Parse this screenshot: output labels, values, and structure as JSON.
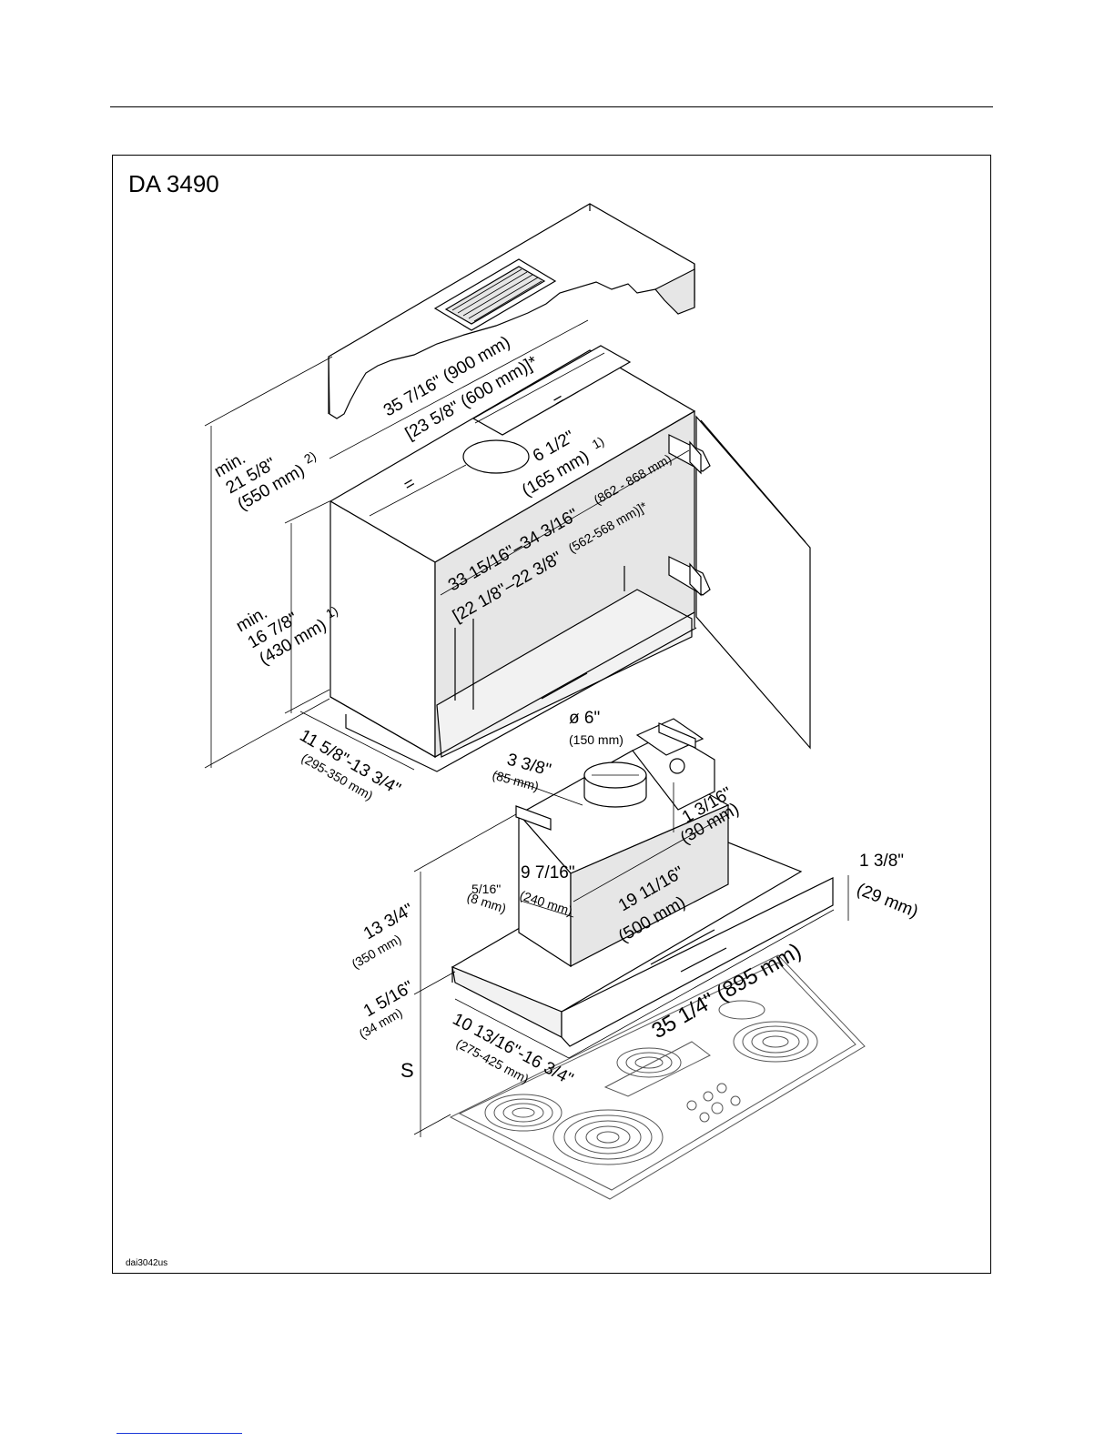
{
  "model": "DA 3490",
  "figure_code": "dai3042us",
  "dimensions": {
    "cabinet_width": "35 7/16\" (900 mm)",
    "cabinet_width_alt": "[23 5/8\" (600 mm)]*",
    "equal_mark": "=",
    "duct_opening": "6 1/2\"",
    "duct_opening_mm": "(165 mm)",
    "duct_opening_note": "1)",
    "inner_width": "33 15/16\"–34 3/16\"",
    "inner_width_mm": "(862 - 868 mm)",
    "inner_width_alt": "[22 1/8\"–22 3/8\"",
    "inner_width_alt_mm": "(562-568 mm)]*",
    "min_height_top_label": "min.",
    "min_height_top": "21 5/8\"",
    "min_height_top_mm": "(550 mm)",
    "min_height_top_note": "2)",
    "min_cabinet_label": "min.",
    "min_cabinet": "16 7/8\"",
    "min_cabinet_mm": "(430 mm)",
    "min_cabinet_note": "1)",
    "cabinet_depth": "11 5/8\"-13 3/4\"",
    "cabinet_depth_mm": "(295-350 mm)",
    "duct_diameter": "ø 6\"",
    "duct_diameter_mm": "(150 mm)",
    "duct_offset": "3 3/8\"",
    "duct_offset_mm": "(85 mm)",
    "collar_height": "1 3/16\"",
    "collar_height_mm": "(30 mm)",
    "housing_height": "13 3/4\"",
    "housing_height_mm": "(350 mm)",
    "wall_gap": "5/16\"",
    "wall_gap_mm": "(8 mm)",
    "housing_depth": "9 7/16\"",
    "housing_depth_mm": "(240 mm)",
    "housing_width": "19 11/16\"",
    "housing_width_mm": "(500 mm)",
    "canopy_thickness": "1 3/8\"",
    "canopy_thickness_mm": "(29 mm)",
    "edge_thickness": "1 5/16\"",
    "edge_thickness_mm": "(34 mm)",
    "canopy_width": "35 1/4\" (895 mm)",
    "canopy_depth": "10 13/16\"-16 3/4\"",
    "canopy_depth_mm": "(275-425 mm)",
    "safety_distance": "S"
  }
}
